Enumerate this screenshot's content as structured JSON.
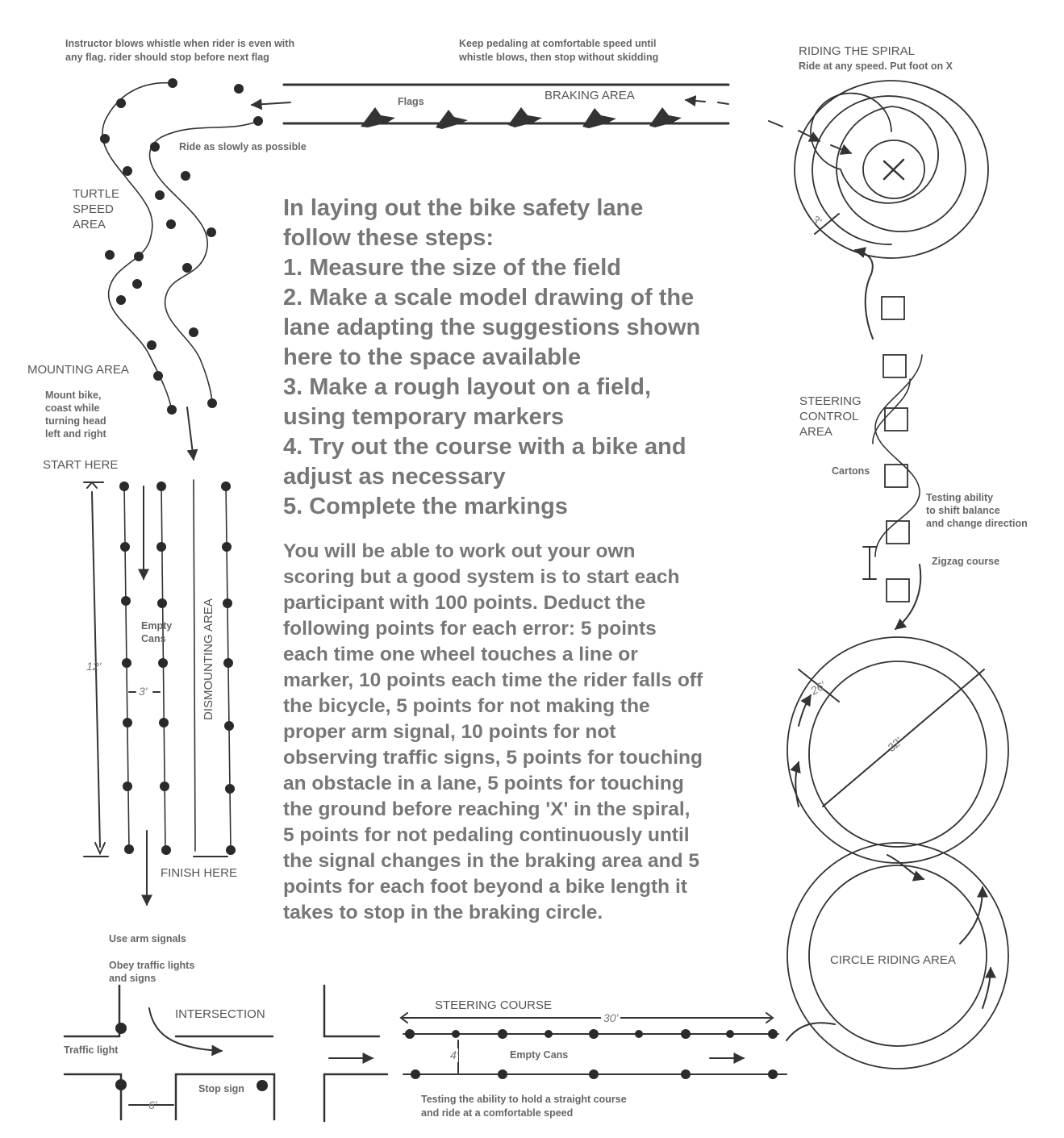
{
  "labels": {
    "instructor_note_1": "Instructor blows whistle when rider is even with",
    "instructor_note_2": "any flag.  rider should stop before next flag",
    "keep_pedaling_1": "Keep pedaling at comfortable speed until",
    "keep_pedaling_2": "whistle blows, then stop without skidding",
    "riding_spiral": "RIDING THE SPIRAL",
    "spiral_note": "Ride at any speed.  Put foot on X",
    "flags": "Flags",
    "braking_area": "BRAKING AREA",
    "ride_slowly": "Ride as slowly as possible",
    "turtle_1": "TURTLE",
    "turtle_2": "SPEED",
    "turtle_3": "AREA",
    "mounting_area": "MOUNTING AREA",
    "mount_1": "Mount bike,",
    "mount_2": "coast while",
    "mount_3": "turning head",
    "mount_4": "left and right",
    "start_here": "START HERE",
    "empty_cans_1": "Empty",
    "empty_cans_2": "Cans",
    "dismounting_area": "DISMOUNTING AREA",
    "finish_here": "FINISH HERE",
    "dim_12": "12'",
    "dim_3": "3' ",
    "steering_1": "STEERING",
    "steering_2": "CONTROL",
    "steering_3": "AREA",
    "cartons": "Cartons",
    "testing_1": "Testing ability",
    "testing_2": "to shift balance",
    "testing_3": "and change direction",
    "zigzag": "Zigzag course",
    "spiral_dim": "3'",
    "circle_dim_1": "26'",
    "circle_dim_2": "32'",
    "circle_riding": "CIRCLE RIDING AREA",
    "use_arm": "Use arm signals",
    "obey_1": "Obey traffic lights",
    "obey_2": "and signs",
    "intersection": "INTERSECTION",
    "traffic_light": "Traffic light",
    "stop_sign": "Stop sign",
    "dim_6": "6'",
    "steering_course": "STEERING COURSE",
    "dim_30": "30'",
    "dim_4": "4'",
    "empty_cans_course": "Empty Cans",
    "straight_1": "Testing the ability to hold a straight course",
    "straight_2": "and ride at a comfortable speed"
  },
  "steps": {
    "intro_1": "In laying out the bike safety lane",
    "intro_2": "follow these steps:",
    "s1": "1.  Measure the size of the field",
    "s2a": "2.  Make a scale model drawing of the",
    "s2b": "lane adapting the suggestions shown",
    "s2c": "here to the space available",
    "s3a": "3.  Make a rough layout on a field,",
    "s3b": "using temporary markers",
    "s4a": "4.  Try out the course with a bike and",
    "s4b": "adjust as necessary",
    "s5": "5.  Complete the markings"
  },
  "scoring": [
    "You will be able to work out your own",
    "scoring but a good system is to start each",
    "participant with 100 points.  Deduct the",
    "following points for each error: 5 points",
    "each time one wheel touches a line or",
    "marker, 10 points each time the rider falls off",
    "the bicycle, 5 points for not making the",
    "proper arm signal, 10 points for not",
    "observing traffic signs, 5 points for touching",
    "an obstacle in a lane, 5 points for touching",
    "the ground before reaching 'X' in the spiral,",
    "5 points for not pedaling continuously until",
    "the signal changes in the braking area and 5",
    "points for each foot beyond a bike length it",
    "takes to stop in the braking circle."
  ],
  "colors": {
    "ink": "#333333",
    "dot": "#2a2a2a",
    "text": "#555555"
  }
}
